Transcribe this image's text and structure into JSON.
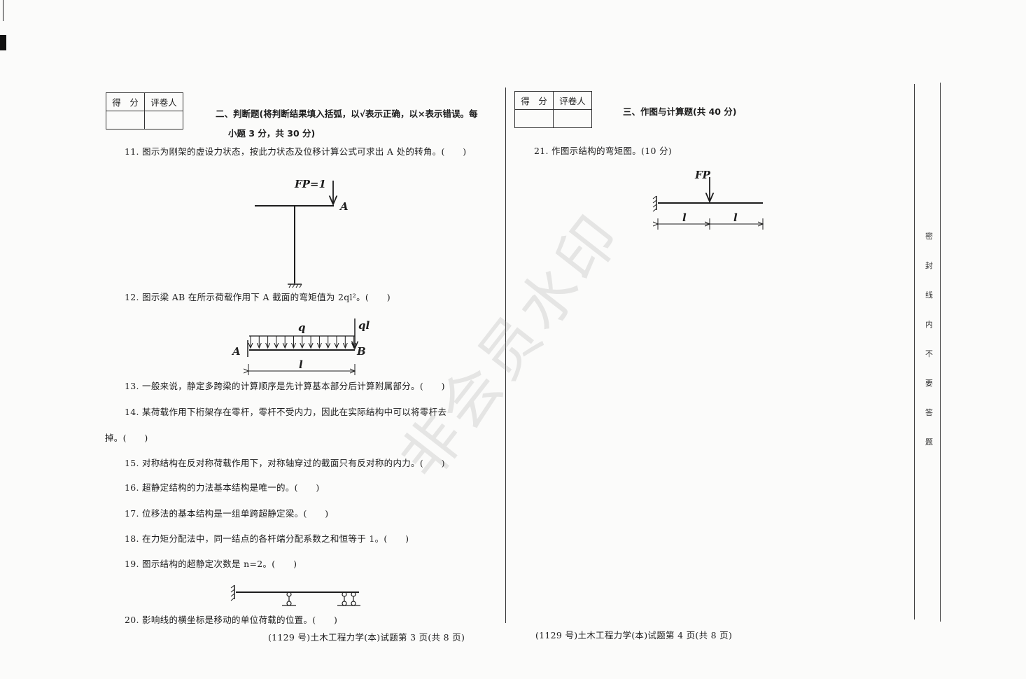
{
  "score_table": {
    "score": "得　分",
    "grader": "评卷人"
  },
  "left": {
    "section_title_line1": "二、判断题(将判断结果填入括弧，以√表示正确，以×表示错误。每",
    "section_title_line2": "小题 3 分，共 30 分)",
    "questions": [
      {
        "text": "11. 图示为刚架的虚设力状态，按此力状态及位移计算公式可求出 A 处的转角。(　　)"
      },
      {
        "text": "12. 图示梁 AB 在所示荷载作用下 A 截面的弯矩值为 2ql²。(　　)"
      },
      {
        "text": "13. 一般来说，静定多跨梁的计算顺序是先计算基本部分后计算附属部分。(　　)"
      },
      {
        "text": "14. 某荷载作用下桁架存在零杆，零杆不受内力，因此在实际结构中可以将零杆去"
      },
      {
        "text": "掉。(　　)"
      },
      {
        "text": "15. 对称结构在反对称荷载作用下，对称轴穿过的截面只有反对称的内力。(　　)"
      },
      {
        "text": "16. 超静定结构的力法基本结构是唯一的。(　　)"
      },
      {
        "text": "17. 位移法的基本结构是一组单跨超静定梁。(　　)"
      },
      {
        "text": "18. 在力矩分配法中，同一结点的各杆端分配系数之和恒等于 1。(　　)"
      },
      {
        "text": "19. 图示结构的超静定次数是 n=2。(　　)"
      },
      {
        "text": "20. 影响线的横坐标是移动的单位荷载的位置。(　　)"
      }
    ],
    "fig11": {
      "load": "FP=1",
      "point": "A"
    },
    "fig12": {
      "q": "q",
      "ql": "ql",
      "a": "A",
      "b": "B",
      "l": "l"
    },
    "footer": "(1129 号)土木工程力学(本)试题第 3 页(共 8 页)"
  },
  "right": {
    "section_title": "三、作图与计算题(共 40 分)",
    "q21": "21. 作图示结构的弯矩图。(10 分)",
    "fig21": {
      "load": "FP",
      "l1": "l",
      "l2": "l"
    },
    "footer": "(1129 号)土木工程力学(本)试题第 4 页(共 8 页)"
  },
  "seal_text": [
    "密",
    "封",
    "线",
    "内",
    "不",
    "要",
    "答",
    "题"
  ],
  "watermark": "非会员水印"
}
